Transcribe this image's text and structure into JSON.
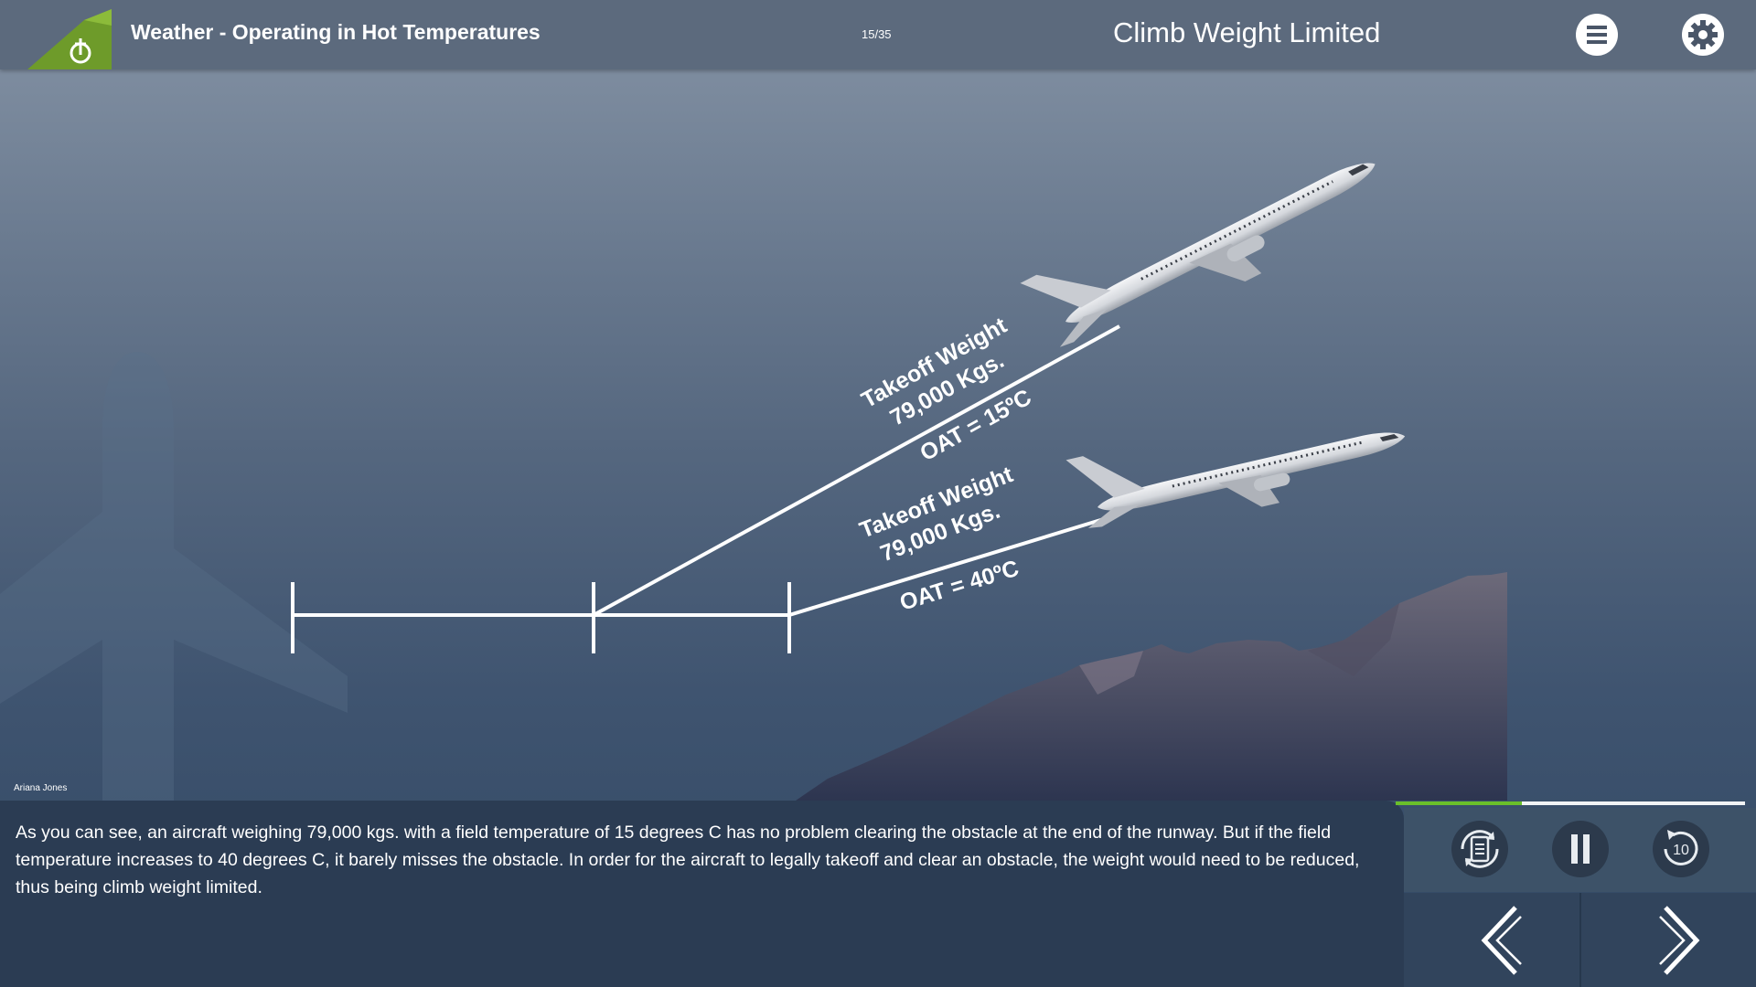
{
  "header": {
    "course_title": "Weather - Operating in Hot Temperatures",
    "page_counter": "15/35",
    "slide_title": "Climb Weight Limited"
  },
  "icons": {
    "logo": "airline-tail-logo-icon",
    "menu": "menu-icon",
    "settings": "gear-icon",
    "transcript": "transcript-replay-icon",
    "pause": "pause-icon",
    "rewind": "rewind-10-icon",
    "prev": "chevron-left-icon",
    "next": "chevron-right-icon"
  },
  "diagram": {
    "upper_label_line1": "Takeoff Weight",
    "upper_label_line2": "79,000 Kgs.",
    "upper_oat": "OAT = 15ºC",
    "lower_label_line1": "Takeoff Weight",
    "lower_label_line2": "79,000 Kgs.",
    "lower_oat": "OAT = 40ºC"
  },
  "narrator": "Ariana Jones",
  "caption": "As you can see, an aircraft weighing 79,000 kgs. with a field temperature of 15 degrees C has no problem clearing the obstacle at the end of the runway. But if the field temperature increases to 40 degrees C, it barely misses the obstacle. In order for the aircraft to legally takeoff and clear an obstacle, the weight would need to be reduced, thus being climb weight limited.",
  "progress": {
    "fraction": 0.36
  },
  "controls": {
    "rewind_seconds": "10"
  },
  "colors": {
    "accent_green": "#6abf2a",
    "topbar": "#5c6a7d",
    "caption_bg": "#2b3c53"
  }
}
